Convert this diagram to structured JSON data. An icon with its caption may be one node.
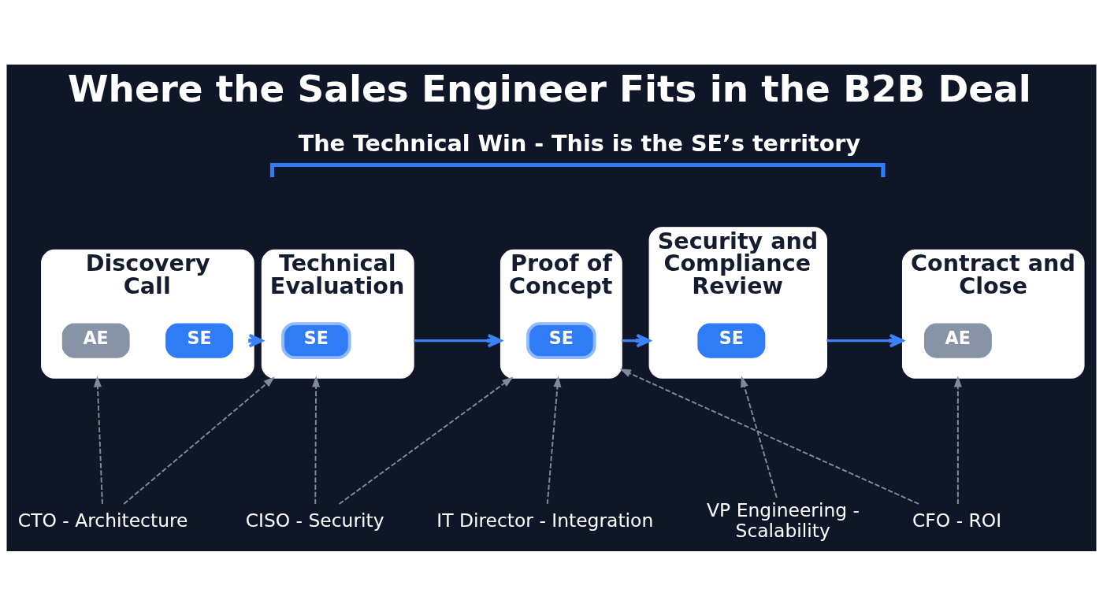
{
  "diagram": {
    "title": "Where the Sales Engineer Fits in the B2B Deal",
    "nodes": [
      {
        "text": [
          "Discovery Call"
        ]
      },
      {
        "text": [
          "AE"
        ],
        "in": 0
      },
      {
        "text": [
          "SE"
        ],
        "in": 0
      },
      {
        "text": [
          "Technical Evaluation"
        ]
      },
      {
        "text": [
          "SE"
        ],
        "in": 3
      },
      {
        "text": [
          "Proof of Concept"
        ]
      },
      {
        "text": [
          "SE"
        ],
        "in": 5
      },
      {
        "text": [
          "Security and Compliance Review"
        ]
      },
      {
        "text": [
          "SE"
        ],
        "in": 7
      },
      {
        "text": [
          "Contract and Close"
        ]
      },
      {
        "text": [
          "AE"
        ],
        "in": 9
      },
      {
        "text": [
          "CTO - Architecture"
        ]
      },
      {
        "text": [
          "CISO - Security"
        ]
      },
      {
        "text": [
          "IT Director - Integration"
        ]
      },
      {
        "text": [
          "VP Engineering - Scalability"
        ]
      },
      {
        "text": [
          "CFO - ROI"
        ]
      }
    ],
    "edges": [
      {
        "from": 0,
        "to": 3,
        "arrow": "to",
        "color": "#3b82f6"
      },
      {
        "from": 3,
        "to": 5,
        "arrow": "to",
        "color": "#3b82f6"
      },
      {
        "from": 5,
        "to": 7,
        "arrow": "to",
        "color": "#3b82f6"
      },
      {
        "from": 7,
        "to": 9,
        "arrow": "to",
        "color": "#3b82f6"
      },
      {
        "from": 11,
        "to": 0,
        "arrow": "to",
        "style": "dashed"
      },
      {
        "from": 11,
        "to": 3,
        "arrow": "to",
        "style": "dashed"
      },
      {
        "from": 12,
        "to": 3,
        "arrow": "to",
        "style": "dashed"
      },
      {
        "from": 12,
        "to": 5,
        "arrow": "to",
        "style": "dashed"
      },
      {
        "from": 13,
        "to": 5,
        "arrow": "to",
        "style": "dashed"
      },
      {
        "from": 15,
        "to": 5,
        "arrow": "to",
        "style": "dashed"
      },
      {
        "from": 14,
        "to": 7,
        "arrow": "to",
        "style": "dashed"
      },
      {
        "from": 15,
        "to": 9,
        "arrow": "to",
        "style": "dashed"
      }
    ],
    "labels": [
      "The Technical Win - This is the SE’s territory"
    ]
  }
}
